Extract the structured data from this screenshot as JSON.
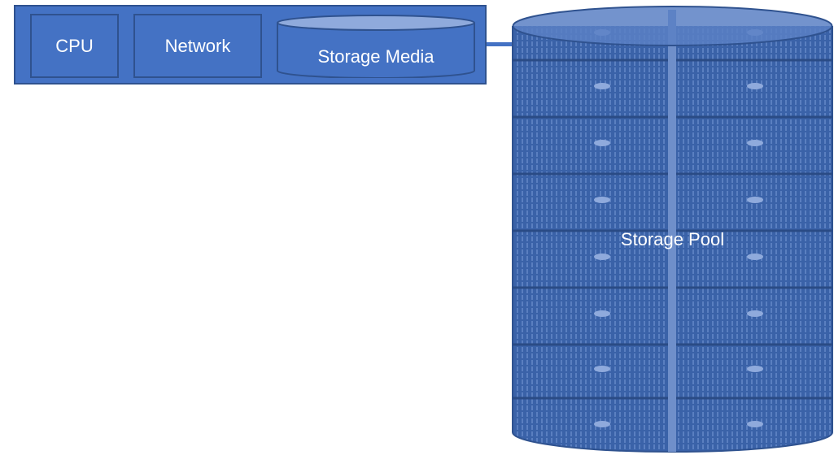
{
  "components": {
    "cpu": "CPU",
    "network": "Network",
    "storage_media": "Storage Media"
  },
  "pool": {
    "label": "Storage Pool"
  },
  "colors": {
    "accent": "#4472c4",
    "border": "#2f528f",
    "pool_fill": "#3a62a8",
    "text": "#ffffff"
  }
}
